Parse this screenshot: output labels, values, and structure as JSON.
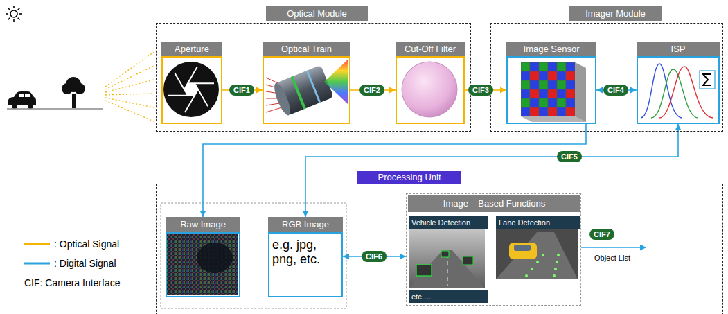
{
  "diagram": {
    "nodes": [
      {
        "text": [
          "Optical Module"
        ]
      },
      {
        "text": [
          "Aperture"
        ],
        "in": 0
      },
      {
        "text": [
          "Optical Train"
        ],
        "in": 0
      },
      {
        "text": [
          "Cut-Off Filter"
        ],
        "in": 0
      },
      {
        "text": [
          "Imager Module"
        ]
      },
      {
        "text": [
          "Image Sensor"
        ],
        "in": 4
      },
      {
        "text": [
          "ISP"
        ],
        "in": 4
      },
      {
        "text": [
          "Processing Unit"
        ]
      },
      {
        "text": [
          "Raw Image"
        ],
        "in": 7
      },
      {
        "text": [
          "RGB Image",
          "e.g. jpg, png, etc."
        ],
        "in": 7
      },
      {
        "text": [
          "Image – Based Functions",
          "etc.…"
        ],
        "in": 7
      },
      {
        "text": [
          "Vehicle Detection"
        ],
        "in": 10
      },
      {
        "text": [
          "Lane Detection"
        ],
        "in": 10
      }
    ],
    "edges": [
      {
        "from": 1,
        "to": 2,
        "label": "CIF1",
        "arrow": "to"
      },
      {
        "from": 2,
        "to": 3,
        "label": "CIF2",
        "arrow": "to"
      },
      {
        "from": 3,
        "to": 5,
        "label": "CIF3",
        "arrow": "to"
      },
      {
        "from": 5,
        "to": 6,
        "label": "CIF4",
        "arrow": "both"
      },
      {
        "from": 5,
        "to": 8,
        "arrow": "to"
      },
      {
        "from": 6,
        "to": 9,
        "label": "CIF5",
        "arrow": "both"
      },
      {
        "from": 9,
        "to": 10,
        "label": "CIF6",
        "arrow": "both"
      }
    ],
    "labels": [
      "CIF7",
      "Object List",
      "CIF: Camera Interface"
    ],
    "legend": [
      {
        "text": ": Optical Signal"
      },
      {
        "text": ": Digital Signal"
      }
    ]
  }
}
